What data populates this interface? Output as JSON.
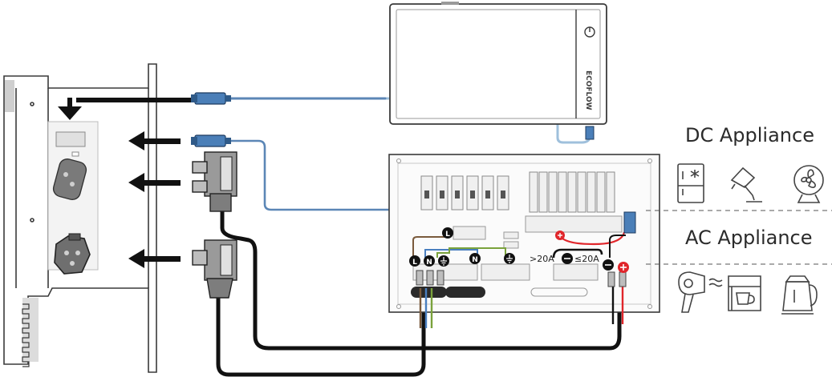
{
  "labels": {
    "dc_appliance": "DC Appliance",
    "ac_appliance": "AC Appliance",
    "gt20a": ">20A",
    "le20a": "≤20A"
  },
  "terminal_marks": {
    "live": "L",
    "neutral": "N"
  },
  "brand": "ECOFLOW",
  "dc_icons": [
    "fridge-icon",
    "desk-lamp-icon",
    "fan-icon"
  ],
  "ac_icons": [
    "hair-dryer-icon",
    "coffee-maker-icon",
    "kettle-icon"
  ],
  "colors": {
    "line": "#3a3a3a",
    "heavy_cable": "#111111",
    "signal_cable": "#5b86b6",
    "signal_cable_light": "#9fc0dc",
    "positive": "#e0262b",
    "earth_green": "#7aa23c",
    "neutral_blue": "#4a7fc0",
    "live_brown": "#7a5a3c"
  }
}
